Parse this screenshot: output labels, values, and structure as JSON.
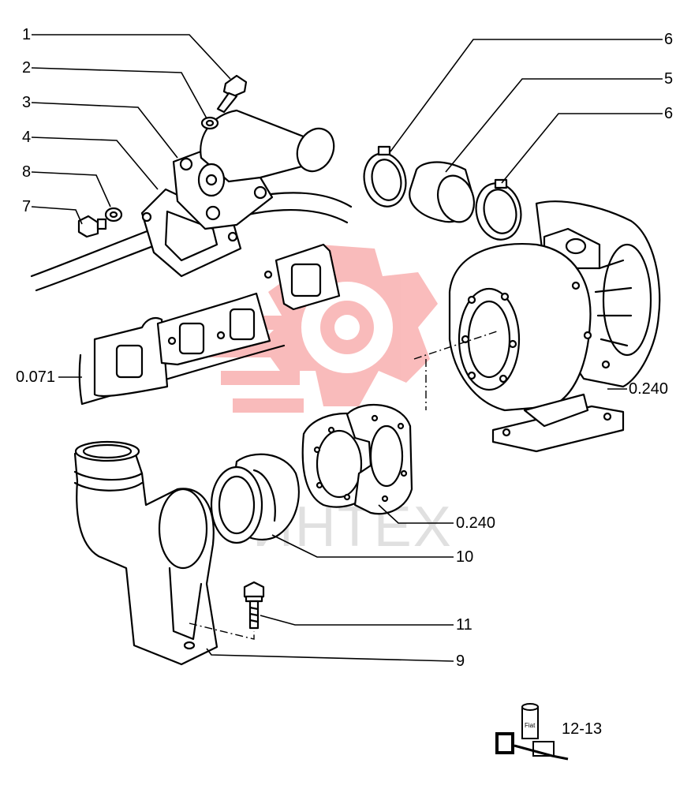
{
  "callouts": {
    "c1": "1",
    "c2": "2",
    "c3": "3",
    "c4": "4",
    "c8": "8",
    "c7": "7",
    "c6a": "6",
    "c5": "5",
    "c6b": "6",
    "c071": "0.071",
    "c240a": "0.240",
    "c240b": "0.240",
    "c10": "10",
    "c11": "11",
    "c9": "9"
  },
  "page_ref": "12-13",
  "watermark": {
    "text": "ИНТЕХ",
    "color": "#f04040"
  },
  "logo": {
    "box_text": "Fiat"
  }
}
